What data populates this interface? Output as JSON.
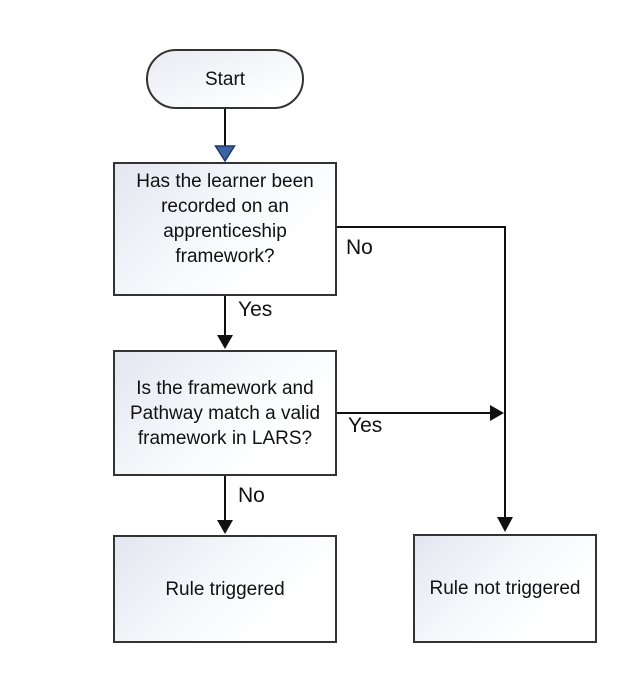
{
  "flowchart": {
    "nodes": {
      "start": {
        "label": "Start",
        "shape": "terminator"
      },
      "question1": {
        "label": "Has the learner been\nrecorded on an\napprenticeship\nframework?",
        "shape": "process"
      },
      "question2": {
        "label": "Is the framework and\nPathway match a valid\nframework in LARS?",
        "shape": "process"
      },
      "rule_triggered": {
        "label": "Rule triggered",
        "shape": "process"
      },
      "rule_not_triggered": {
        "label": "Rule not triggered",
        "shape": "process"
      }
    },
    "edge_labels": {
      "q1_no": "No",
      "q1_yes": "Yes",
      "q2_yes": "Yes",
      "q2_no": "No"
    },
    "colors": {
      "background": "#ffffff",
      "box_border": "#333333",
      "box_fill_shaded": "#e3e6f0",
      "box_fill_light": "#ffffff",
      "connector_line": "#111111",
      "arrowhead_black": "#111111",
      "start_arrowhead_fill": "#3b63a5",
      "start_arrowhead_stroke": "#1d3a66",
      "text": "#111111"
    }
  }
}
